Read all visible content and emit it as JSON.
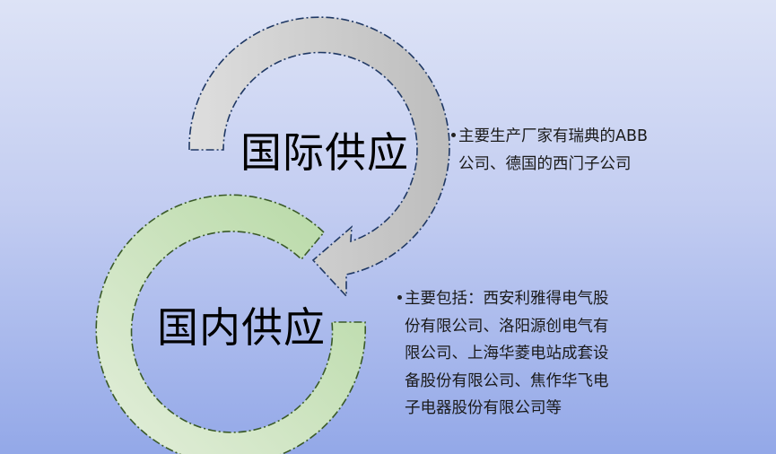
{
  "diagram": {
    "international": {
      "label": "国际供应",
      "fill_color": "#d0d0d0",
      "border_color": "#1f3864",
      "description_lines": [
        "主要生产厂家有瑞典的ABB",
        "公司、德国的西门子公司"
      ]
    },
    "domestic": {
      "label": "国内供应",
      "fill_color": "#c5e0b4",
      "border_color": "#385723",
      "description_lines": [
        "主要包括：西安利雅得电气股",
        "份有限公司、洛阳源创电气有",
        "限公司、上海华菱电站成套设",
        "备股份有限公司、焦作华飞电",
        "子电器股份有限公司等"
      ]
    }
  }
}
